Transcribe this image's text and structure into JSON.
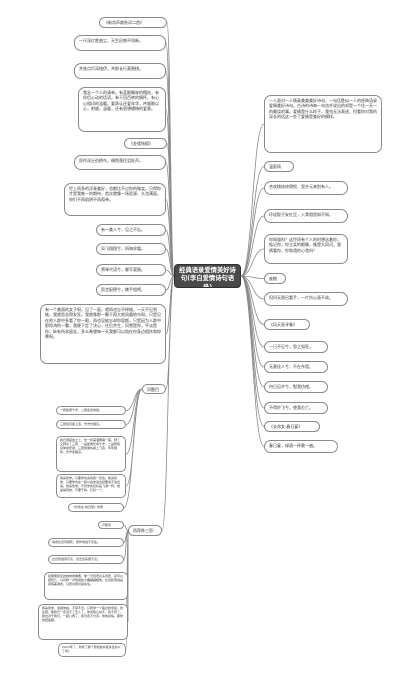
{
  "center": {
    "label": "经典语录爱情美好诗句(李白爱情诗句语录)"
  },
  "left": [
    {
      "id": "L1",
      "text": "《新凉声裁秋词二首》"
    },
    {
      "id": "L2",
      "text": "一尺深红胜曲尘，天生旧物不如新。"
    },
    {
      "id": "L3",
      "text": "井底点灯深烛伊，共郎长行莫围棋。"
    },
    {
      "id": "L4",
      "text": "我念一个人的清单。有蓝眼睛穿的帽给，有伴侣心动的话语，有干回百转的情怀，有心心相印的温暖。要承认还爱年华，吟顺眼以心，附顺，温暖，还有思想缱绻的爱意。"
    },
    {
      "id": "L5",
      "text": "《金缕钱赋》"
    },
    {
      "id": "L6",
      "text": "愿作深丘伯栖鸟，偶然落住泪处声。"
    },
    {
      "id": "L7",
      "text": "世上再多的浮青美好，也都比不过你的微笑。只得你才是我唯一的期待，首次就像一场思源，久也满面，你们不再陷阱不再孤单。"
    },
    {
      "id": "L8",
      "text": "有一美人兮，见之不忘。"
    },
    {
      "id": "L9",
      "text": "凤飞翔翔兮，四海求凰。"
    },
    {
      "id": "L10",
      "text": "将琴代语兮，聊写衷肠。"
    },
    {
      "id": "L11",
      "text": "愿言配德兮，携手相将。"
    },
    {
      "id": "L12",
      "text": "有一个美丽的女子呀，见了一面，就再也忘不掉她。一天不见到她，我就思念得发狂。我就像那一颗干孤大地凤凰地鸟呀，只是见在他人群中多看了你一眼，再也没能忘却你容颜，只是因为人群中那惊鸿的一瞥，我便下定了决心，往后余生，风雪是你，平淡是你，纵有所求留念，多么希望每一天我都可以陪在你身边相扶和仰慕呀。"
    }
  ],
  "right": [
    {
      "id": "R1",
      "text": "一人面对一人情真美美美好诗句，一句话胜似一人的经典语录爱情美好诗句。古诗的诗每一句也许说出的却是一个佳一天一的最饶的事。爱情是什么样子，我也无法表述，但看你对我的深长的话这一些了爱情是美好的模样。"
    },
    {
      "id": "R2",
      "text": "温庭筠"
    },
    {
      "id": "R3",
      "text": "合欢桃核终堪恨，里许元来别有人。"
    },
    {
      "id": "R4",
      "text": "玲珑骰子安红豆，入骨相思知不知。"
    },
    {
      "id": "R5",
      "text": "你知道吗？这世间有个人的时想念着你，惦记你，你立笑的眼睛，像是大冈河，我俩看你，你和酒的心弦吗？"
    },
    {
      "id": "R6",
      "text": "庞楷"
    },
    {
      "id": "R7",
      "text": "但问无限吕看手，一片伤心画不成。"
    },
    {
      "id": "R8",
      "text": "《风天氛寻春》"
    },
    {
      "id": "R9",
      "text": "一日不见兮，思之如狂。"
    },
    {
      "id": "R10",
      "text": "无意佳人兮，不在东墙。"
    },
    {
      "id": "R11",
      "text": "何日见许兮，慰我彷徨。"
    },
    {
      "id": "R12",
      "text": "不得於飞兮，使我沦亡。"
    },
    {
      "id": "R13",
      "text": "《长命女·春日宴》"
    },
    {
      "id": "R14",
      "text": "春日宴，绿酒一杯歌一遍。"
    }
  ],
  "branches": [
    {
      "id": "B1",
      "text": "问题目"
    },
    {
      "id": "B2",
      "text": "再拜陈三愿："
    }
  ],
  "subnodes": [
    {
      "id": "S1",
      "text": "一愿郎君千岁，二愿妾身常健，"
    },
    {
      "id": "S2",
      "text": "三愿如同梁上燕，岁岁长相见。"
    },
    {
      "id": "S3",
      "text": "春日游宴会之上，饮一杯美酒再唱一首，拜了又拜许了三愿：一是郎君长寿千岁，二是愿我身体常安健，三愿我俩似梁上飞燕，年年相伴，岁岁永相见。"
    },
    {
      "id": "S4",
      "text": "我喜欢你。只要你也喜欢我一定会。我喜欢你，只要你也在一起以后未说出就要说不说出来。我喜欢你。不管你的目标是飞满一阵，或是得到的，不要干掉，打好一个。"
    },
    {
      "id": "S5",
      "text": "《长命女·春日宴》作者"
    },
    {
      "id": "S6",
      "text": "卢照邻"
    },
    {
      "id": "S7",
      "text": "得成比目何辞死，愿作鸳鸯不羡仙。"
    },
    {
      "id": "S8",
      "text": "比目鸳鸯真可羡，双去双来君不见。"
    },
    {
      "id": "S9",
      "text": "如果能和爱的她成成眷属，像一天到老白头到老，就可以把死亡，以同样一对鸳鸯的大雁翩翩相依，比目和鸳鸯是真恒美满的，只愿共愿共度余生。"
    },
    {
      "id": "S10",
      "text": "我喜欢你，会抱你姑，不算不合，只愿你一个路过的早晨，终生陪，那我们一定当不了恋人了。你对我心动不，我不管了，我也对于我们，一起儿再了，我们永不分手。你的感情，那你的回答都。"
    },
    {
      "id": "S11",
      "text": "2023年了，你找了那个愿和他共度余生的人了吗?"
    }
  ],
  "colors": {
    "line": "#888888",
    "border": "#8a8a8a",
    "center_bg": "#4a4a4a",
    "text": "#333333"
  }
}
